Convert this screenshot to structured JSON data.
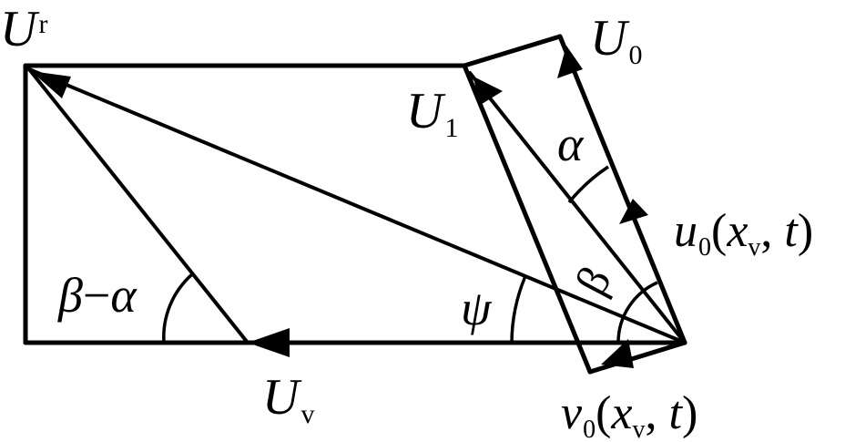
{
  "labels": {
    "ur": {
      "main": "U",
      "sub": "r"
    },
    "u0cap": {
      "main": "U",
      "sub": "0"
    },
    "u1": {
      "main": "U",
      "sub": "1"
    },
    "uv": {
      "main": "U",
      "sub": "v"
    },
    "alpha": "α",
    "beta": "β",
    "beta_minus_alpha": {
      "b": "β",
      "op": "−",
      "a": "α"
    },
    "psi": "ψ",
    "u0x": {
      "main": "u",
      "sub": "0",
      "open": "(",
      "x": "x",
      "xsub": "v",
      "rest": ", ",
      "t": "t",
      "close": ")"
    },
    "v0x": {
      "main": "v",
      "sub": "0",
      "open": "(",
      "x": "x",
      "xsub": "v",
      "rest": ", ",
      "t": "t",
      "close": ")"
    }
  }
}
